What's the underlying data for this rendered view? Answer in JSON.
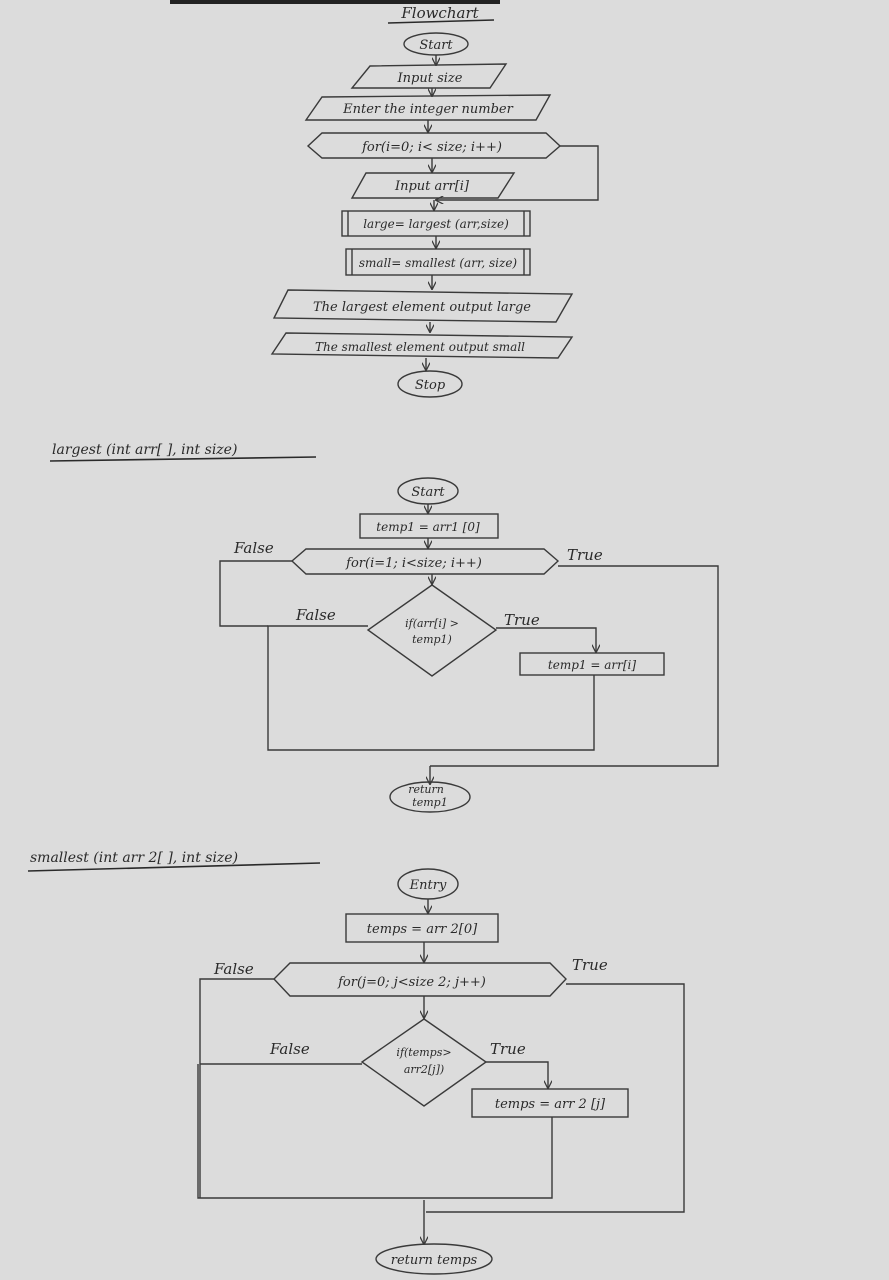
{
  "flowchart": {
    "title": "Flowchart",
    "start": "Start",
    "input_size": "Input size",
    "enter_prompt": "Enter the integer number",
    "loop": "for(i=0; i< size; i++)",
    "input_arr": "Input arr[i]",
    "call_largest": "large= largest (arr,size)",
    "call_smallest": "small= smallest (arr, size)",
    "out_largest": "The largest element output large",
    "out_smallest": "The smallest element output small",
    "stop": "Stop"
  },
  "largest_fn": {
    "signature": "largest (int arr[ ], int size)",
    "start": "Start",
    "init": "temp1 = arr1 [0]",
    "loop": "for(i=1; i<size; i++)",
    "cond_line1": "if(arr[i] >",
    "cond_line2": "temp1)",
    "assign": "temp1 = arr[i]",
    "false_outer": "False",
    "true_outer": "True",
    "false_inner": "False",
    "true_inner": "True",
    "ret_line1": "return",
    "ret_line2": "temp1"
  },
  "smallest_fn": {
    "signature": "smallest (int arr 2[ ], int size)",
    "start": "Entry",
    "init": "temps = arr 2[0]",
    "loop": "for(j=0; j<size 2; j++)",
    "cond_line1": "if(temps>",
    "cond_line2": "arr2[j])",
    "assign": "temps = arr 2 [j]",
    "false_outer": "False",
    "true_outer": "True",
    "false_inner": "False",
    "true_inner": "True",
    "ret": "return temps"
  }
}
